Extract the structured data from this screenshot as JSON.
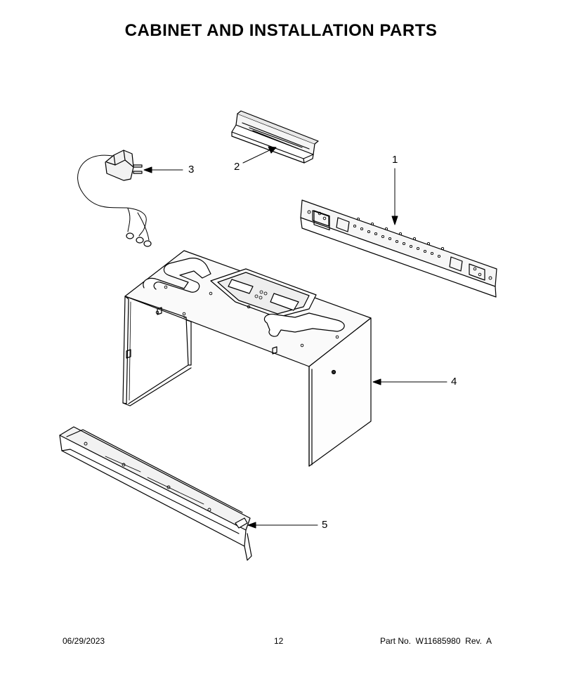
{
  "title": "CABINET AND INSTALLATION PARTS",
  "callouts": {
    "c1": "1",
    "c2": "2",
    "c3": "3",
    "c4": "4",
    "c5": "5"
  },
  "footer": {
    "date": "06/29/2023",
    "page": "12",
    "part_no": "Part No.  W11685980  Rev.  A"
  }
}
